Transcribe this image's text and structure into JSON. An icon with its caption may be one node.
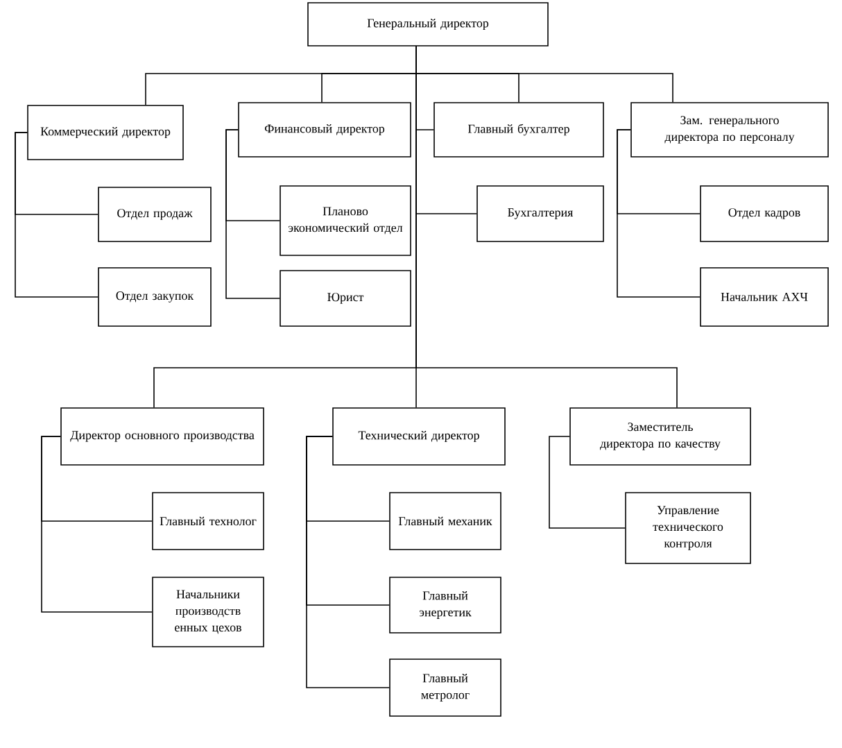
{
  "diagram": {
    "nodes": [
      {
        "text": [
          "Генеральный директор"
        ]
      },
      {
        "text": [
          "Коммерческий директор"
        ]
      },
      {
        "text": [
          "Отдел продаж"
        ]
      },
      {
        "text": [
          "Отдел закупок"
        ]
      },
      {
        "text": [
          "Финансовый директор"
        ]
      },
      {
        "text": [
          "Планово экономический отдел"
        ]
      },
      {
        "text": [
          "Юрист"
        ]
      },
      {
        "text": [
          "Главный бухгалтер"
        ]
      },
      {
        "text": [
          "Бухгалтерия"
        ]
      },
      {
        "text": [
          "Зам. генерального директора по персоналу"
        ]
      },
      {
        "text": [
          "Отдел кадров"
        ]
      },
      {
        "text": [
          "Начальник АХЧ"
        ]
      },
      {
        "text": [
          "Директор основного производства"
        ]
      },
      {
        "text": [
          "Главный технолог"
        ]
      },
      {
        "text": [
          "Начальники производств енных цехов"
        ]
      },
      {
        "text": [
          "Технический директор"
        ]
      },
      {
        "text": [
          "Главный механик"
        ]
      },
      {
        "text": [
          "Главный энергетик"
        ]
      },
      {
        "text": [
          "Главный метролог"
        ]
      },
      {
        "text": [
          "Заместитель директора по качеству"
        ]
      },
      {
        "text": [
          "Управление технического контроля"
        ]
      }
    ],
    "edges": [
      {
        "from": 0,
        "to": 1,
        "arrow": "none"
      },
      {
        "from": 0,
        "to": 4,
        "arrow": "none"
      },
      {
        "from": 0,
        "to": 7,
        "arrow": "none"
      },
      {
        "from": 0,
        "to": 9,
        "arrow": "none"
      },
      {
        "from": 1,
        "to": 2,
        "arrow": "none"
      },
      {
        "from": 1,
        "to": 3,
        "arrow": "none"
      },
      {
        "from": 4,
        "to": 5,
        "arrow": "none"
      },
      {
        "from": 4,
        "to": 6,
        "arrow": "none"
      },
      {
        "from": 7,
        "to": 8,
        "arrow": "none"
      },
      {
        "from": 9,
        "to": 10,
        "arrow": "none"
      },
      {
        "from": 9,
        "to": 11,
        "arrow": "none"
      },
      {
        "from": 0,
        "to": 12,
        "arrow": "none"
      },
      {
        "from": 0,
        "to": 15,
        "arrow": "none"
      },
      {
        "from": 0,
        "to": 19,
        "arrow": "none"
      },
      {
        "from": 12,
        "to": 13,
        "arrow": "none"
      },
      {
        "from": 12,
        "to": 14,
        "arrow": "none"
      },
      {
        "from": 15,
        "to": 16,
        "arrow": "none"
      },
      {
        "from": 15,
        "to": 17,
        "arrow": "none"
      },
      {
        "from": 15,
        "to": 18,
        "arrow": "none"
      },
      {
        "from": 19,
        "to": 20,
        "arrow": "none"
      }
    ]
  }
}
